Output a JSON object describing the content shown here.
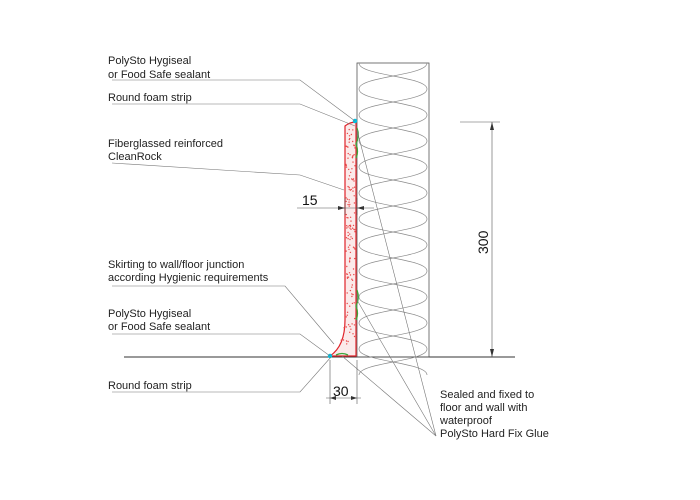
{
  "labels": {
    "sealant_top": [
      "PolySto Hygiseal",
      "or  Food Safe sealant"
    ],
    "foam_top": [
      "Round foam strip"
    ],
    "clean_rock": [
      "Fiberglassed reinforced",
      "CleanRock"
    ],
    "skirting": [
      "Skirting to wall/floor junction",
      "according Hygienic requirements"
    ],
    "sealant_bottom": [
      "PolySto Hygiseal",
      "or  Food Safe sealant"
    ],
    "foam_bottom": [
      "Round foam strip"
    ],
    "glue": [
      "Sealed and fixed to",
      "floor and wall with",
      "waterproof",
      "PolySto Hard Fix Glue"
    ]
  },
  "dimensions": {
    "thickness": "15",
    "height": "300",
    "radius": "30"
  },
  "colors": {
    "cladding_outline": "#e0232a",
    "cladding_dots": "#e84a4a",
    "cladding_fill": "#fbeaea",
    "sealant": "#00c0e0",
    "glue": "#3aa63a"
  }
}
